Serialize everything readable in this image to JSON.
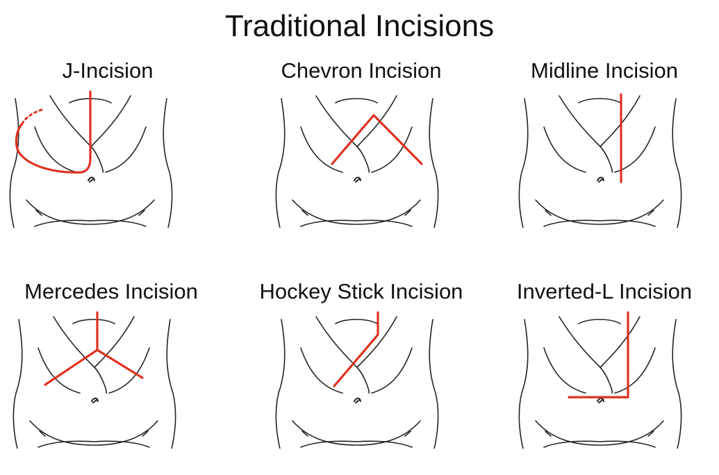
{
  "title": "Traditional Incisions",
  "colors": {
    "incision": "#e0301e",
    "outline": "#222222"
  },
  "panels": [
    {
      "label": "J-Incision",
      "incision": "j"
    },
    {
      "label": "Chevron Incision",
      "incision": "chevron"
    },
    {
      "label": "Midline Incision",
      "incision": "midline"
    },
    {
      "label": "Mercedes Incision",
      "incision": "mercedes"
    },
    {
      "label": "Hockey Stick Incision",
      "incision": "hockey-stick"
    },
    {
      "label": "Inverted-L Incision",
      "incision": "inverted-l"
    }
  ]
}
